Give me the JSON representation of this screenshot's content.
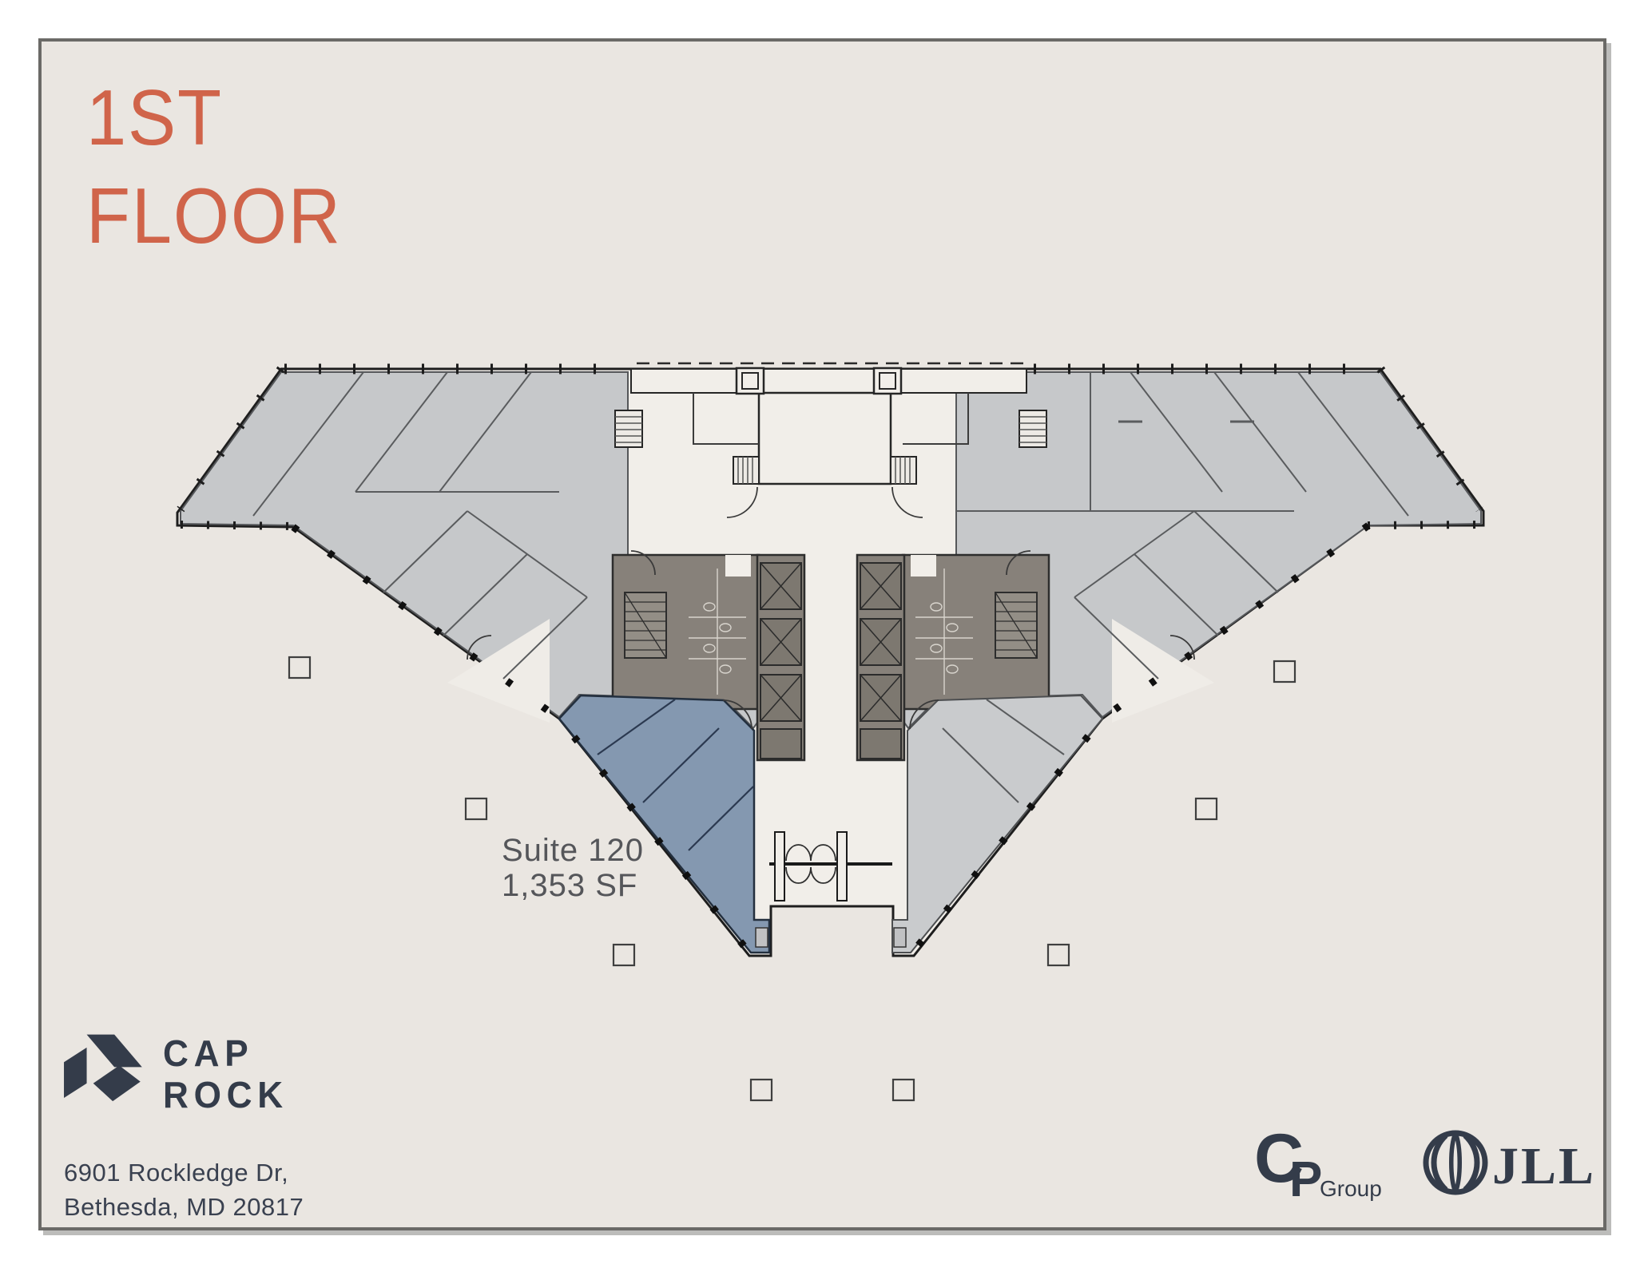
{
  "page": {
    "sheet_background": "#EAE6E1",
    "border_color": "#6B6A67",
    "title_color": "#D0644A"
  },
  "title": {
    "line1": "1ST",
    "line2": "FLOOR"
  },
  "plan": {
    "highlight_suite": {
      "name": "Suite 120",
      "area": "1,353 SF",
      "color": "#8498B0"
    },
    "label": {
      "line1": "Suite 120",
      "line2": "1,353 SF"
    },
    "colors": {
      "room_gray": "#C6C8CA",
      "core_dark": "#87817A",
      "elevator_cell": "#7D7870",
      "interior": "#F1EEE9",
      "outline": "#1E1E1E"
    }
  },
  "branding": {
    "caprock": {
      "line1": "CAP",
      "line2": "ROCK",
      "color": "#343C4A"
    },
    "address": {
      "line1": "6901 Rockledge Dr,",
      "line2": "Bethesda, MD 20817"
    },
    "cp_group": {
      "c": "C",
      "p": "P",
      "group": "Group"
    },
    "jll": {
      "label": "JLL"
    }
  }
}
